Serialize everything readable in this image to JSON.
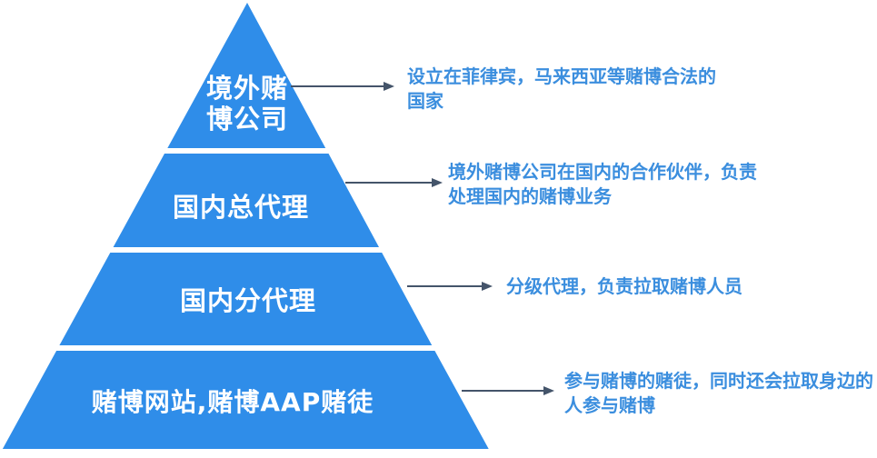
{
  "colors": {
    "background": "#ffffff",
    "tier_fill": "#2F8DE9",
    "tier_text": "#ffffff",
    "annotation_text": "#3B8EDE",
    "arrow": "#44546A"
  },
  "diagram": {
    "type": "pyramid",
    "levels_count": 4,
    "tiers": [
      {
        "name": "overseas-gambling-company",
        "label": "境外赌\n博公司",
        "annotation": "设立在菲律宾，马来西亚等赌博合法的\n国家"
      },
      {
        "name": "domestic-general-agent",
        "label": "国内总代理",
        "annotation": "境外赌博公司在国内的合作伙伴，负责\n处理国内的赌博业务"
      },
      {
        "name": "domestic-sub-agent",
        "label": "国内分代理",
        "annotation": "分级代理，负责拉取赌博人员"
      },
      {
        "name": "gambling-websites-and-gamblers",
        "label": "赌博网站,赌博AAP赌徒",
        "annotation": "参与赌博的赌徒，同时还会拉取身边的\n人参与赌博"
      }
    ]
  }
}
